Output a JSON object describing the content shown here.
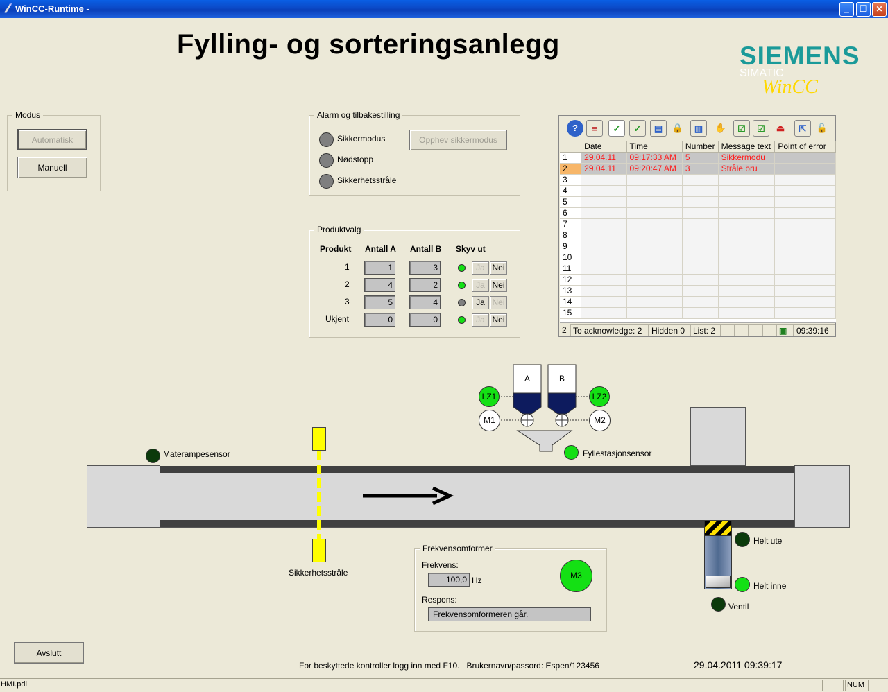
{
  "window": {
    "title": "WinCC-Runtime -"
  },
  "header": {
    "title": "Fylling- og sorteringsanlegg"
  },
  "logo": {
    "brand": "SIEMENS",
    "product_line": "SIMATIC",
    "product": "WinCC"
  },
  "modus": {
    "legend": "Modus",
    "automatisk_label": "Automatisk",
    "manuell_label": "Manuell"
  },
  "alarm": {
    "legend": "Alarm og tilbakestilling",
    "items": [
      "Sikkermodus",
      "Nødstopp",
      "Sikkerhetsstråle"
    ],
    "reset_label": "Opphev sikkermodus"
  },
  "produkt": {
    "legend": "Produktvalg",
    "headers": [
      "Produkt",
      "Antall A",
      "Antall B",
      "Skyv ut"
    ],
    "rows": [
      {
        "name": "1",
        "a": "1",
        "b": "3",
        "led": "green",
        "ja": "Ja",
        "nei": "Nei"
      },
      {
        "name": "2",
        "a": "4",
        "b": "2",
        "led": "green",
        "ja": "Ja",
        "nei": "Nei"
      },
      {
        "name": "3",
        "a": "5",
        "b": "4",
        "led": "grey",
        "ja": "Ja",
        "nei": "Nei"
      },
      {
        "name": "Ukjent",
        "a": "0",
        "b": "0",
        "led": "green",
        "ja": "Ja",
        "nei": "Nei"
      }
    ]
  },
  "alarm_view": {
    "columns": [
      "Date",
      "Time",
      "Number",
      "Message text",
      "Point of error"
    ],
    "rows": [
      {
        "n": "1",
        "date": "29.04.11",
        "time": "09:17:33 AM",
        "number": "5",
        "msg": "Sikkermodu",
        "poe": ""
      },
      {
        "n": "2",
        "date": "29.04.11",
        "time": "09:20:47 AM",
        "number": "3",
        "msg": "Stråle bru",
        "poe": ""
      }
    ],
    "empty_rows": [
      "3",
      "4",
      "5",
      "6",
      "7",
      "8",
      "9",
      "10",
      "11",
      "12",
      "13",
      "14",
      "15"
    ],
    "status": {
      "count": "2",
      "to_ack": "To acknowledge: 2",
      "hidden": "Hidden 0",
      "list": "List: 2",
      "clock": "09:39:16"
    }
  },
  "process": {
    "sensor_materampe": "Materampesensor",
    "sensor_fylle": "Fyllestasjonsensor",
    "sikkerhetsstrale": "Sikkerhetsstråle",
    "tank_a": "A",
    "tank_b": "B",
    "lz1": "LZ1",
    "lz2": "LZ2",
    "m1": "M1",
    "m2": "M2",
    "m3": "M3",
    "helt_ute": "Helt ute",
    "helt_inne": "Helt inne",
    "ventil": "Ventil"
  },
  "frekvens": {
    "legend": "Frekvensomformer",
    "freq_label": "Frekvens:",
    "freq_value": "100,0",
    "freq_unit": "Hz",
    "resp_label": "Respons:",
    "resp_value": "Frekvensomformeren går."
  },
  "footer": {
    "exit_label": "Avslutt",
    "hint": "For beskyttede kontroller logg inn med F10.   Brukernavn/passord: Espen/123456",
    "datetime": "29.04.2011 09:39:17",
    "file": "HMI.pdl",
    "num": "NUM"
  },
  "colors": {
    "led_green": "#14e014",
    "led_dark": "#0b3a0b",
    "alarm_text": "#ff1a1a",
    "tank_fill": "#0d1b5e",
    "beam": "#ffff00"
  }
}
